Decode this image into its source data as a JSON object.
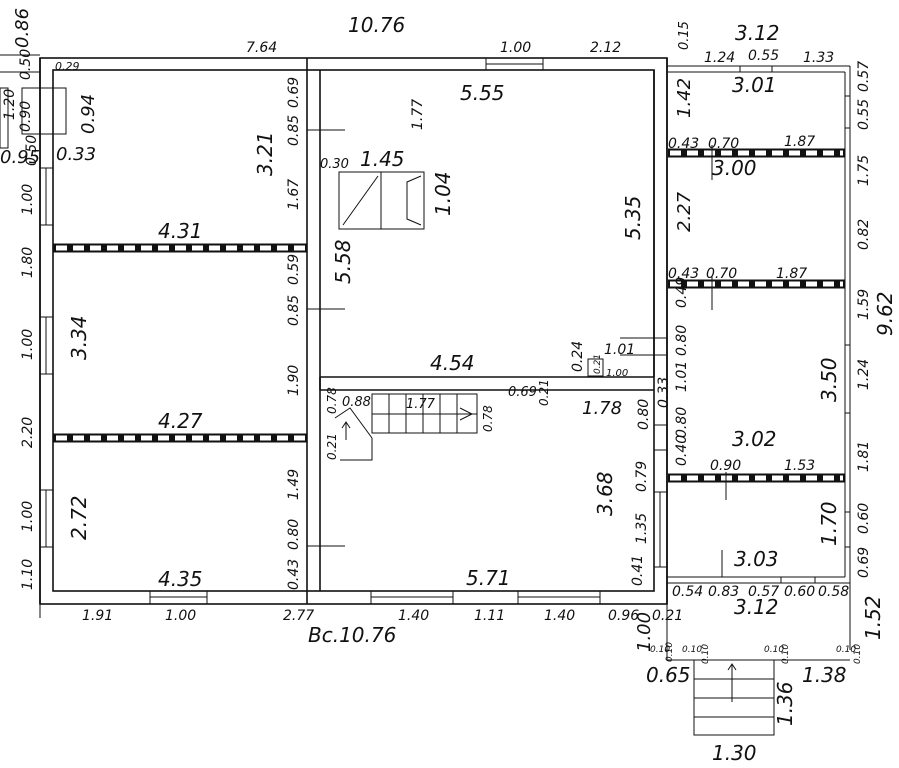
{
  "labels": {
    "l0": "10.76",
    "l1": "7.64",
    "l2": "1.00",
    "l3": "2.12",
    "l4": "0.15",
    "l5": "3.12",
    "l6": "1.24",
    "l7": "0.55",
    "l8": "1.33",
    "l9": "0.86",
    "l10": "0.50",
    "l11": "0.29",
    "l12": "1.20",
    "l13": "0.90",
    "l14": "0.94",
    "l15": "0.95",
    "l16": "0.50",
    "l17": "0.33",
    "l18": "1.00",
    "l19": "1.80",
    "l20": "1.00",
    "l21": "2.20",
    "l22": "1.00",
    "l23": "1.10",
    "l24": "0.69",
    "l25": "0.85",
    "l26": "3.21",
    "l27": "1.67",
    "l28": "0.59",
    "l29": "0.85",
    "l30": "1.90",
    "l31": "4.31",
    "l32": "3.34",
    "l33": "4.27",
    "l34": "2.72",
    "l35": "4.35",
    "l36": "1.49",
    "l37": "0.80",
    "l38": "0.43",
    "l39": "1.91",
    "l40": "1.00",
    "l41": "2.77",
    "l42": "5.55",
    "l43": "1.77",
    "l44": "0.30",
    "l45": "1.45",
    "l46": "1.04",
    "l47": "5.58",
    "l48": "5.35",
    "l49": "4.54",
    "l50": "0.24",
    "l51": "0.69",
    "l52": "0.21",
    "l53": "1.01",
    "l54": "0.21",
    "l55": "1.00",
    "l56": "0.88",
    "l57": "0.78",
    "l58": "1.77",
    "l59": "0.78",
    "l60": "0.21",
    "l61": "1.78",
    "l62": "3.68",
    "l63": "5.71",
    "l64": "0.41",
    "l65": "1.35",
    "l66": "0.79",
    "l67": "1.40",
    "l68": "1.11",
    "l69": "1.40",
    "l70": "0.96",
    "l71": "0.21",
    "l72": "Вс.10.76",
    "l73": "3.01",
    "l74": "1.42",
    "l75": "0.43",
    "l76": "0.70",
    "l77": "1.87",
    "l78": "3.00",
    "l79": "2.27",
    "l80": "0.43",
    "l81": "0.70",
    "l82": "1.87",
    "l83": "0.49",
    "l84": "0.80",
    "l85": "1.01",
    "l86": "0.33",
    "l87": "0.80",
    "l88": "0.80",
    "l89": "0.40",
    "l90": "3.02",
    "l91": "0.90",
    "l92": "1.53",
    "l93": "3.03",
    "l94": "0.54",
    "l95": "0.83",
    "l96": "0.57",
    "l97": "0.60",
    "l98": "0.58",
    "l99": "3.12",
    "l100": "0.57",
    "l101": "0.55",
    "l102": "1.75",
    "l103": "0.82",
    "l104": "1.59",
    "l105": "9.62",
    "l106": "3.50",
    "l107": "1.24",
    "l108": "1.81",
    "l109": "1.70",
    "l110": "0.60",
    "l111": "0.69",
    "l112": "1.52",
    "l113": "1.00",
    "l114": "0.65",
    "l115": "1.38",
    "l116": "1.36",
    "l117": "1.30",
    "l118": "0.10",
    "l119": "0.10",
    "l120": "0.10",
    "l121": "0.10",
    "l122": "0.10",
    "l123": "0.10",
    "l124": "0.10",
    "l125": "0.10"
  }
}
